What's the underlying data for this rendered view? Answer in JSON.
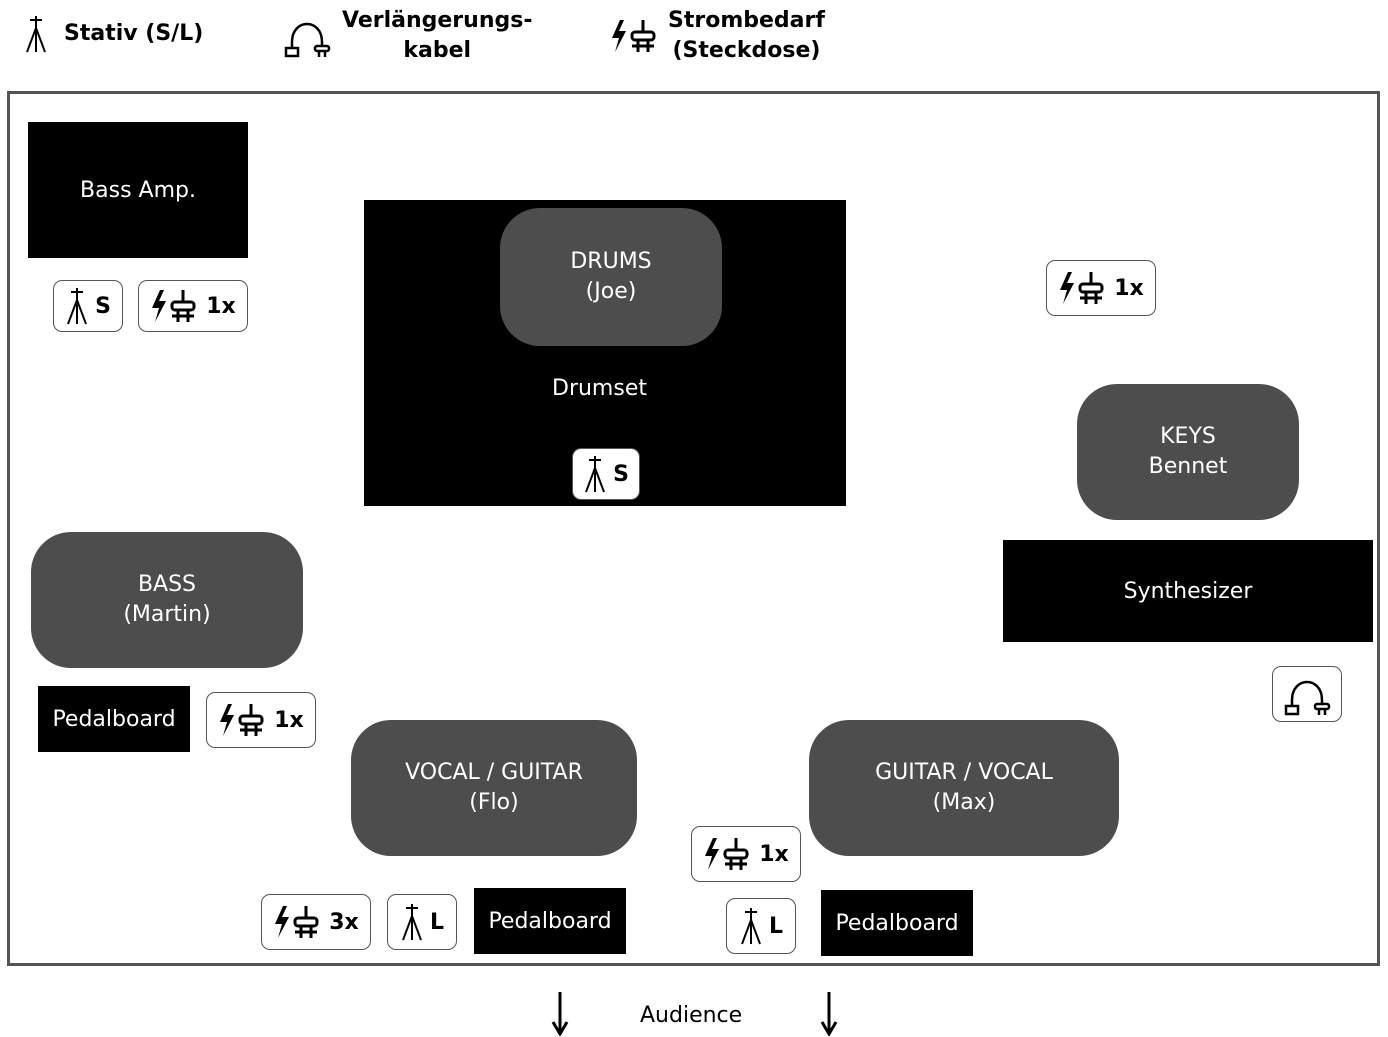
{
  "legend": {
    "stand": "Stativ (S/L)",
    "extension": "Verlängerungs-\nkabel",
    "power": "Strombedarf\n(Steckdose)"
  },
  "equipment": {
    "bass_amp": "Bass Amp.",
    "drumset": "Drumset",
    "synthesizer": "Synthesizer",
    "pedalboard": "Pedalboard"
  },
  "musicians": {
    "drums": {
      "role": "DRUMS",
      "name": "(Joe)"
    },
    "keys": {
      "role": "KEYS",
      "name": "Bennet"
    },
    "bass": {
      "role": "BASS",
      "name": "(Martin)"
    },
    "vocal_guitar": {
      "role": "VOCAL / GUITAR",
      "name": "(Flo)"
    },
    "guitar_vocal": {
      "role": "GUITAR / VOCAL",
      "name": "(Max)"
    }
  },
  "badges": {
    "stand_s": "S",
    "stand_l": "L",
    "power_1x": "1x",
    "power_3x": "3x"
  },
  "audience": "Audience",
  "icons": [
    "stand-icon",
    "extension-cable-icon",
    "power-outlet-icon",
    "arrow-down-icon"
  ]
}
